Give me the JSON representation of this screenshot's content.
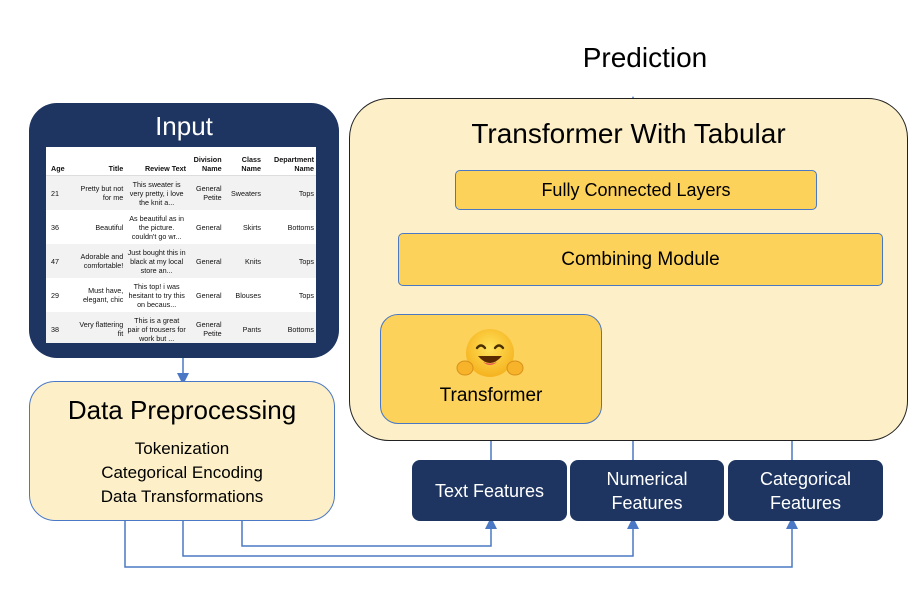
{
  "prediction_label": "Prediction",
  "input": {
    "title": "Input",
    "table": {
      "headers": [
        "Age",
        "Title",
        "Review Text",
        "Division Name",
        "Class Name",
        "Department Name"
      ],
      "rows": [
        [
          "21",
          "Pretty but not for me",
          "This sweater is very pretty, i love the knit a...",
          "General Petite",
          "Sweaters",
          "Tops"
        ],
        [
          "36",
          "Beautiful",
          "As beautiful as in the picture. couldn't go wr...",
          "General",
          "Skirts",
          "Bottoms"
        ],
        [
          "47",
          "Adorable and comfortable!",
          "Just bought this in black at my local store an...",
          "General",
          "Knits",
          "Tops"
        ],
        [
          "29",
          "Must have, elegant, chic",
          "This top! i was hesitant to try this on becaus...",
          "General",
          "Blouses",
          "Tops"
        ],
        [
          "38",
          "Very flattering fit",
          "This is a great pair of trousers for work but ...",
          "General Petite",
          "Pants",
          "Bottoms"
        ]
      ]
    }
  },
  "preprocessing": {
    "title": "Data Preprocessing",
    "steps": [
      "Tokenization",
      "Categorical Encoding",
      "Data Transformations"
    ]
  },
  "model": {
    "title": "Transformer With Tabular",
    "fully_connected": "Fully Connected Layers",
    "combining": "Combining Module",
    "transformer": "Transformer",
    "transformer_icon": "hugging-face-emoji-icon"
  },
  "features": {
    "text": [
      "Text Features"
    ],
    "numerical": [
      "Numerical",
      "Features"
    ],
    "categorical": [
      "Categorical",
      "Features"
    ]
  },
  "colors": {
    "navy": "#1e3561",
    "cream": "#fdf0c8",
    "gold": "#fcd25a",
    "arrow_blue": "#4a78c4"
  }
}
